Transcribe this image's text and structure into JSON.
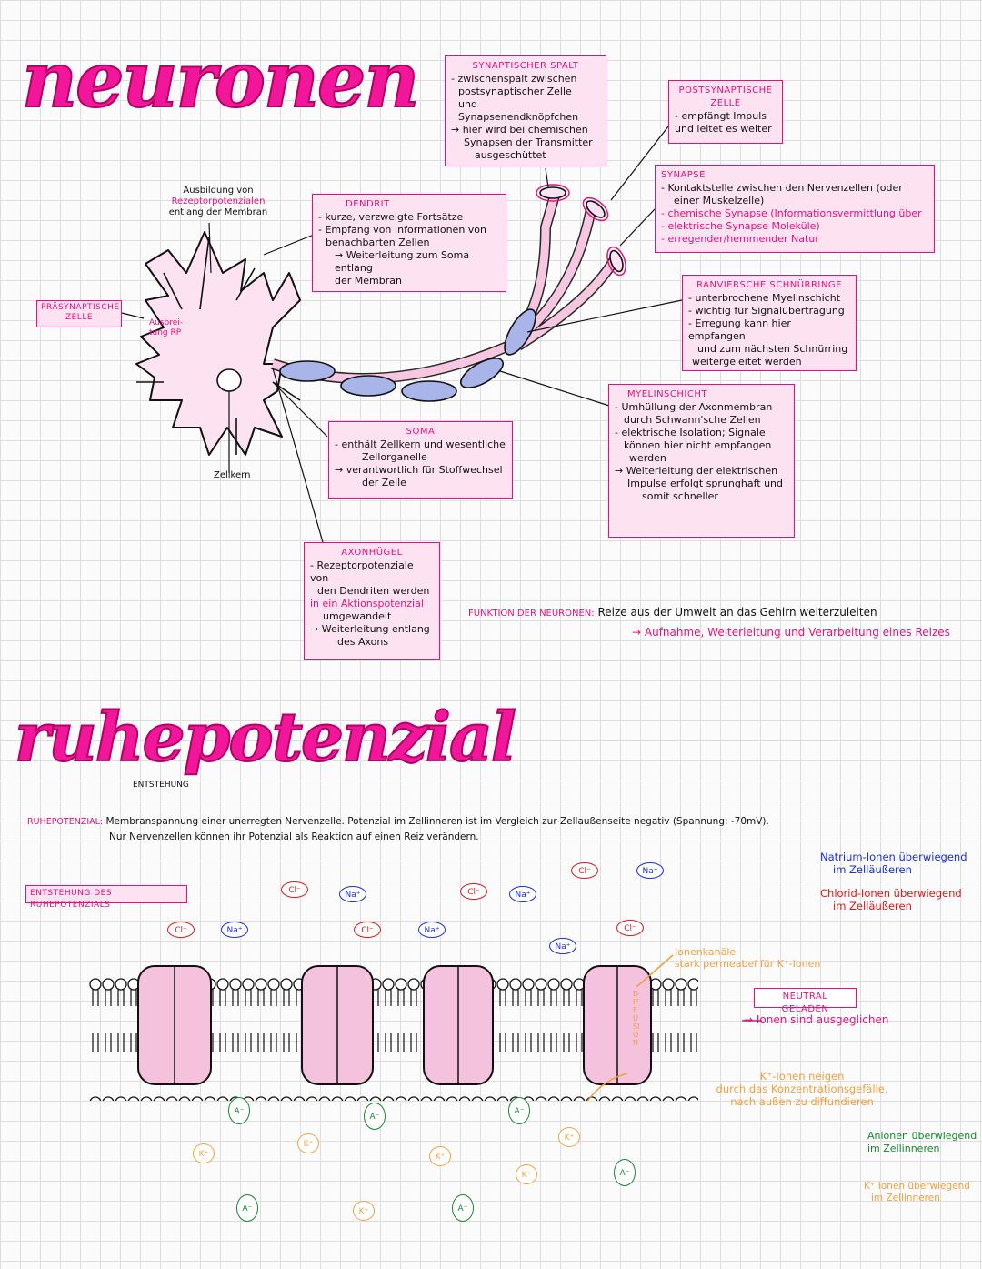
{
  "neuron": {
    "title": "neuronen",
    "spalt": {
      "heading": "Synaptischer Spalt",
      "lines": [
        "- zwischenspalt zwischen",
        "postsynaptischer Zelle",
        "und Synapsenendknöpfchen",
        "→ hier wird bei chemischen",
        "Synapsen der Transmitter",
        "ausgeschüttet"
      ]
    },
    "post": {
      "heading": "Postsynaptische Zelle",
      "lines": [
        "- empfängt Impuls",
        "und leitet es weiter"
      ]
    },
    "synapse": {
      "heading": "Synapse",
      "lines": [
        "- Kontaktstelle zwischen den Nervenzellen (oder",
        "einer Muskelzelle)",
        "- chemische Synapse (Informationsvermittlung über",
        "- elektrische Synapse          Moleküle)",
        "- erregender/hemmender Natur"
      ]
    },
    "dendrit": {
      "heading": "Dendrit",
      "lines": [
        "- kurze, verzweigte Fortsätze",
        "- Empfang von Informationen von",
        "benachbarten Zellen",
        "→ Weiterleitung zum Soma entlang",
        "der Membran"
      ]
    },
    "rezeptor": {
      "line1": "Ausbildung von",
      "line2": "Rezeptorpotenzialen",
      "line3": "entlang der Membran"
    },
    "praesyn": "Präsynaptische Zelle",
    "ausbreitung": "Ausbrei-tung RP",
    "zellkern": "Zellkern",
    "ranvier": {
      "heading": "Ranviersche Schnürringe",
      "lines": [
        "- unterbrochene Myelinschicht",
        "- wichtig für Signalübertragung",
        "- Erregung kann hier empfangen",
        "und zum nächsten Schnürring",
        "weitergeleitet werden"
      ]
    },
    "myelin": {
      "heading": "Myelinschicht",
      "lines": [
        "- Umhüllung der Axonmembran",
        "durch Schwann'sche Zellen",
        "- elektrische Isolation; Signale",
        "können hier nicht empfangen",
        "werden",
        "→ Weiterleitung der elektrischen",
        "Impulse erfolgt sprunghaft und",
        "somit schneller"
      ]
    },
    "soma": {
      "heading": "Soma",
      "lines": [
        "- enthält Zellkern und wesentliche",
        "Zellorganelle",
        "→ verantwortlich für Stoffwechsel",
        "der Zelle"
      ]
    },
    "axonhuegel": {
      "heading": "Axonhügel",
      "lines": [
        "- Rezeptorpotenziale von",
        "den Dendriten werden",
        "in ein Aktionspotenzial",
        "umgewandelt",
        "→ Weiterleitung entlang",
        "des Axons"
      ]
    },
    "funktion": {
      "label": "Funktion der Neuronen:",
      "text": "Reize aus der Umwelt an das Gehirn weiterzuleiten",
      "arrow": "→ Aufnahme, Weiterleitung und Verarbeitung eines Reizes"
    }
  },
  "ruhe": {
    "title": "ruhepotenzial",
    "entstehung": "Entstehung",
    "def_label": "Ruhepotenzial:",
    "def_line1": "Membranspannung einer unerregten Nervenzelle. Potenzial im Zellinneren ist im Vergleich zur Zellaußenseite negativ (Spannung: -70mV).",
    "def_line2": "Nur Nervenzellen können ihr Potenzial als Reaktion auf einen Reiz verändern.",
    "entstehung_box": "Entstehung des Ruhepotenzials",
    "ionenkanaele": "Ionenkanäle",
    "permeabel": "stark permeabel für K⁺-Ionen",
    "neutral": "Neutral geladen",
    "ausgeglichen": "→ Ionen sind ausgeglichen",
    "diffusion": "Diffusion",
    "k_neigen1": "K⁺-Ionen neigen",
    "k_neigen2": "durch das Konzentrationsgefälle,",
    "k_neigen3": "nach außen zu diffundieren",
    "legend_na1": "Natrium-Ionen überwiegend",
    "legend_na2": "im Zelläußeren",
    "legend_cl1": "Chlorid-Ionen überwiegend",
    "legend_cl2": "im Zelläußeren",
    "legend_a1": "Anionen überwiegend",
    "legend_a2": "im Zellinneren",
    "legend_k1": "K⁺ Ionen überwiegend",
    "legend_k2": "im Zellinneren",
    "ion_cl": "Cl⁻",
    "ion_na": "Na⁺",
    "ion_a": "A⁻",
    "ion_k": "K⁺"
  },
  "colors": {
    "magenta": "#e0127e",
    "pink_fill": "#fde3f1",
    "blue": "#1a2fd8",
    "red": "#d81a1a",
    "green": "#118a2e",
    "orange": "#f0a03c"
  }
}
